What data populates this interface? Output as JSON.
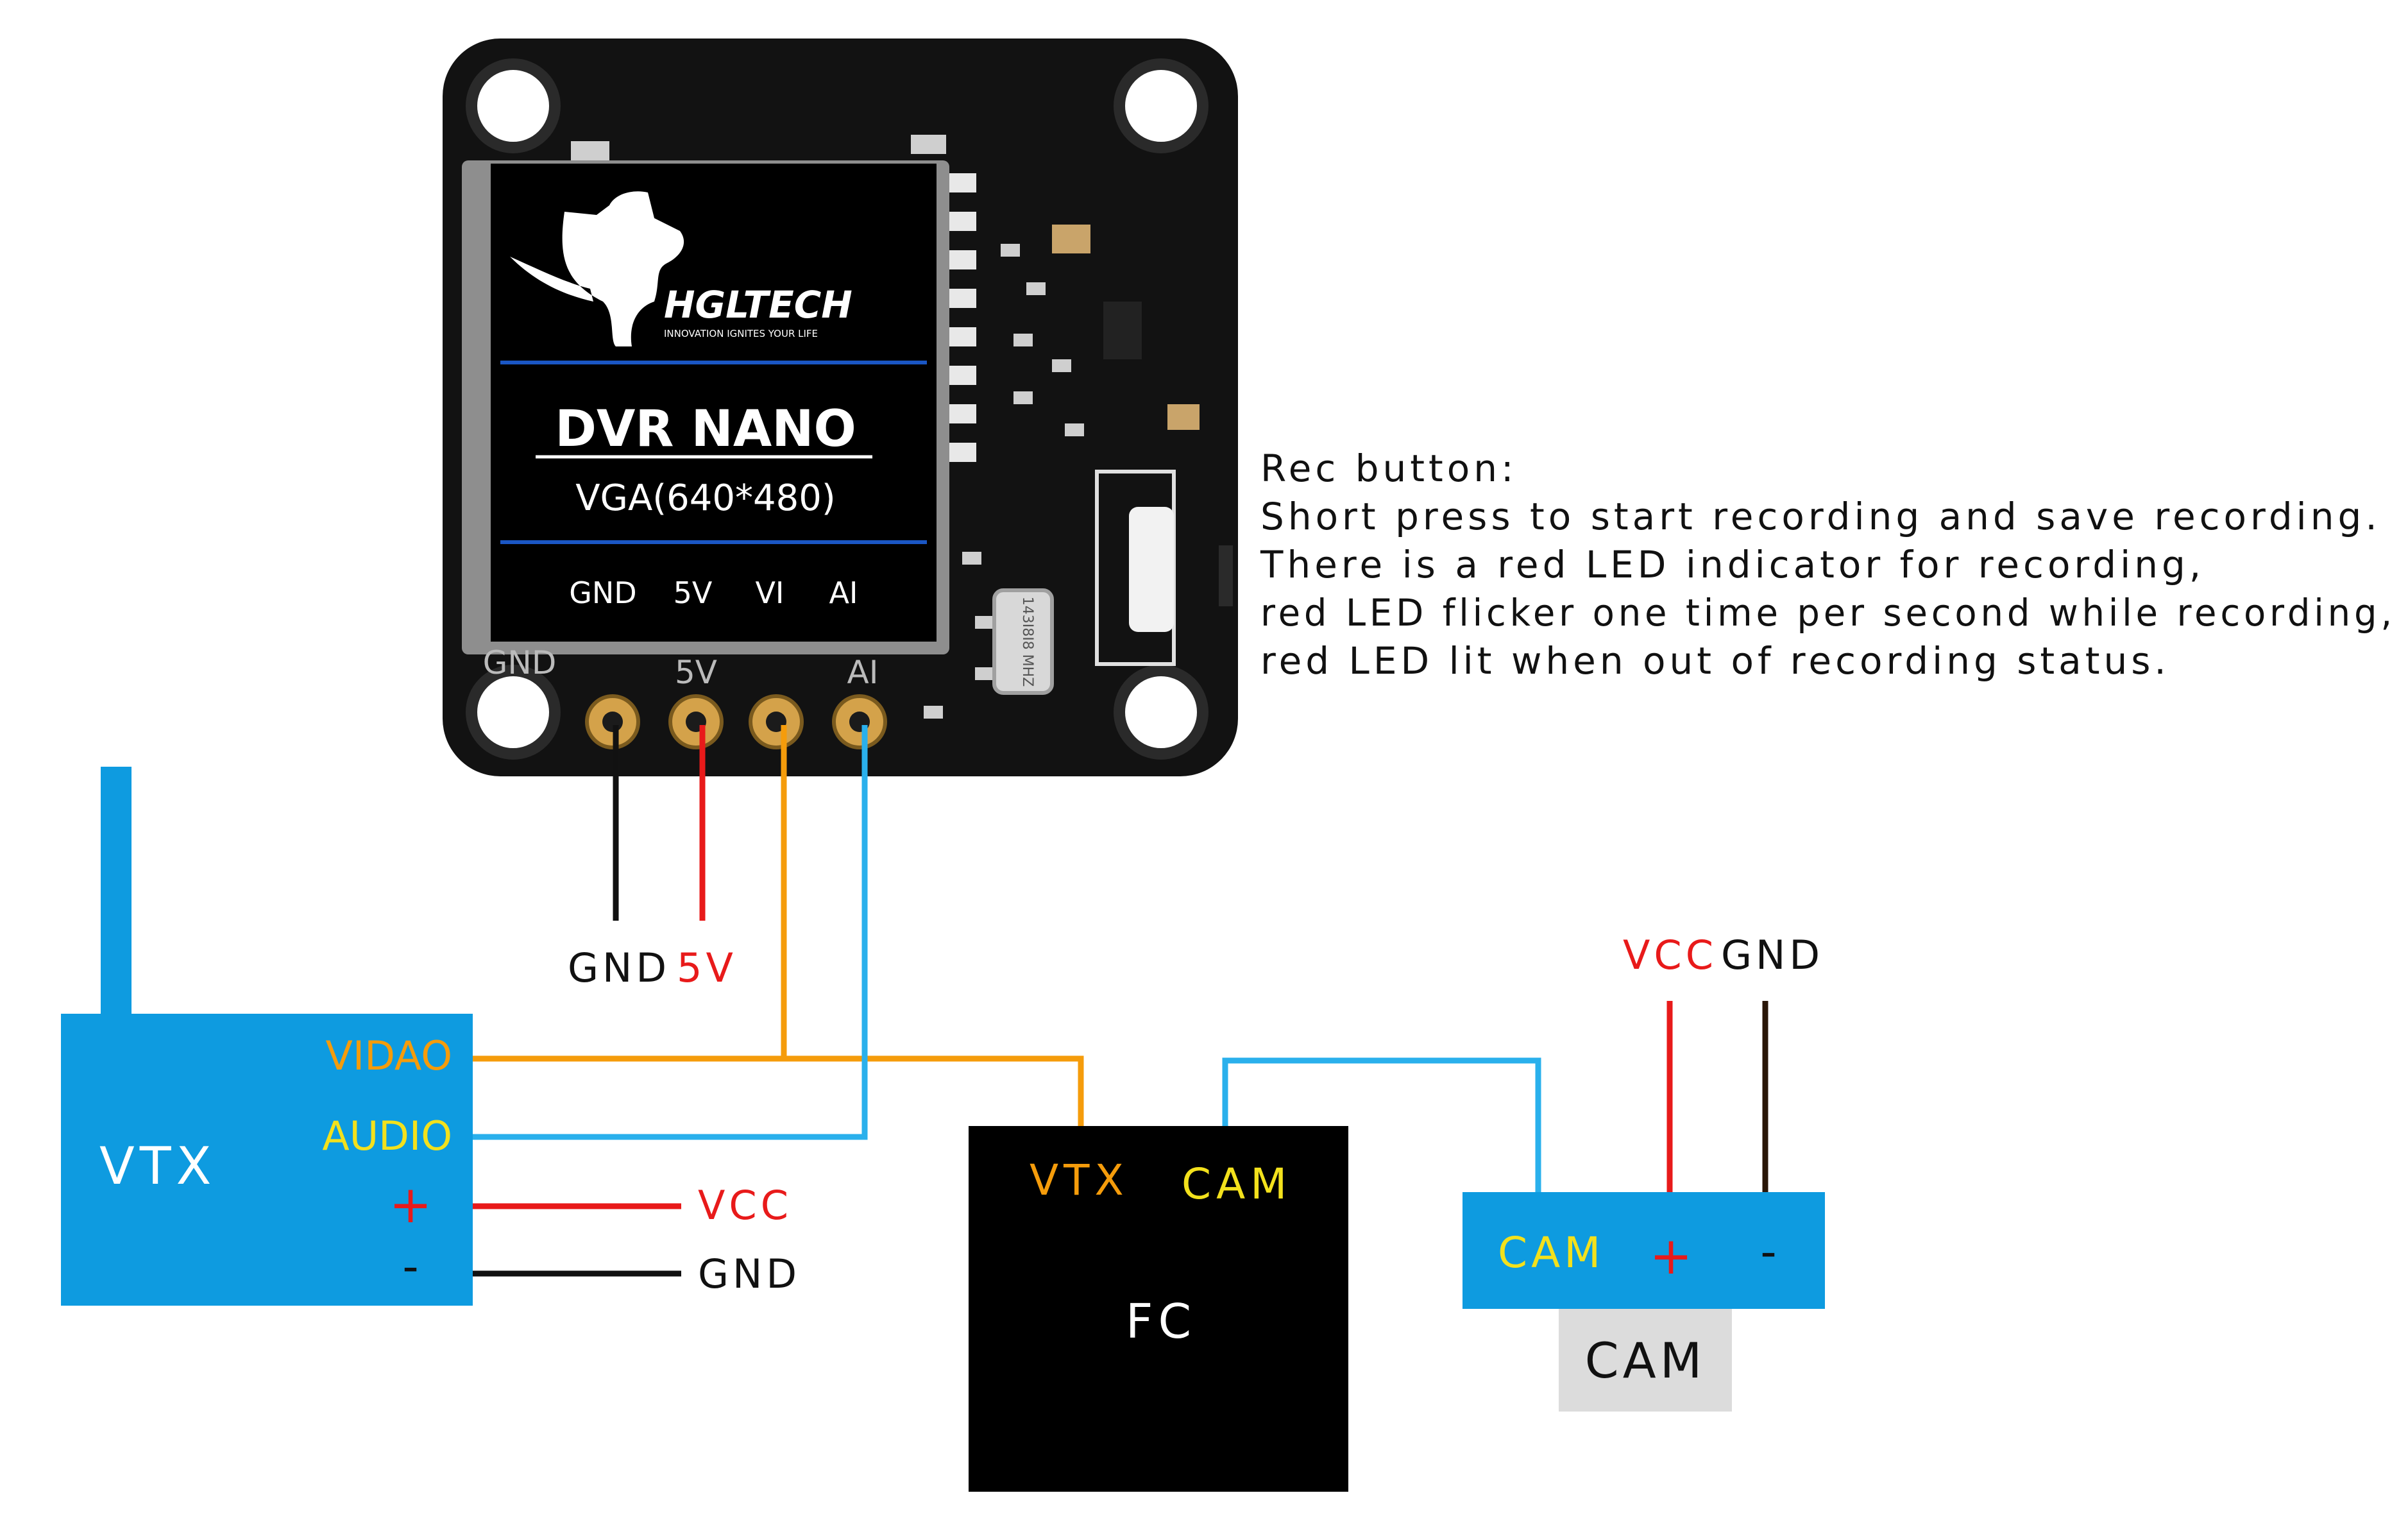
{
  "board": {
    "brand": "HGLTECH",
    "tagline": "INNOVATION IGNITES YOUR LIFE",
    "title": "DVR NANO",
    "resolution": "VGA(640*480)",
    "pins": [
      "GND",
      "5V",
      "VI",
      "AI"
    ],
    "silk_pins": [
      "GND",
      "5V",
      "AI"
    ],
    "crystal_text": "143I8I8 MHZ"
  },
  "rec_note": {
    "title": "Rec button:",
    "lines": [
      "Short press to start recording and save recording.",
      "There is a red LED indicator for recording,",
      "red LED flicker one time per second while recording,",
      "red LED lit when out of recording status."
    ]
  },
  "dvr_pin_labels": {
    "gnd": "GND",
    "v5": "5V"
  },
  "vtx": {
    "title": "VTX",
    "video_label": "VIDAO",
    "audio_label": "AUDIO",
    "plus_label": "+",
    "minus_label": "-",
    "vcc_label": "VCC",
    "gnd_label": "GND"
  },
  "fc": {
    "title": "FC",
    "vtx_label": "VTX",
    "cam_label": "CAM"
  },
  "cam_connector": {
    "cam_label": "CAM",
    "plus_label": "+",
    "minus_label": "-",
    "vcc_label": "VCC",
    "gnd_label": "GND"
  },
  "cam": {
    "title": "CAM"
  },
  "colors": {
    "module_blue": "#0e9be0",
    "fc_black": "#000000",
    "cam_gray": "#dcdcdc",
    "wire_orange": "#f59c0b",
    "wire_blue": "#2ab0ec",
    "wire_red": "#e81a1a",
    "wire_black": "#111111",
    "label_orange": "#f59c0b",
    "label_yellow": "#f3e11c"
  }
}
